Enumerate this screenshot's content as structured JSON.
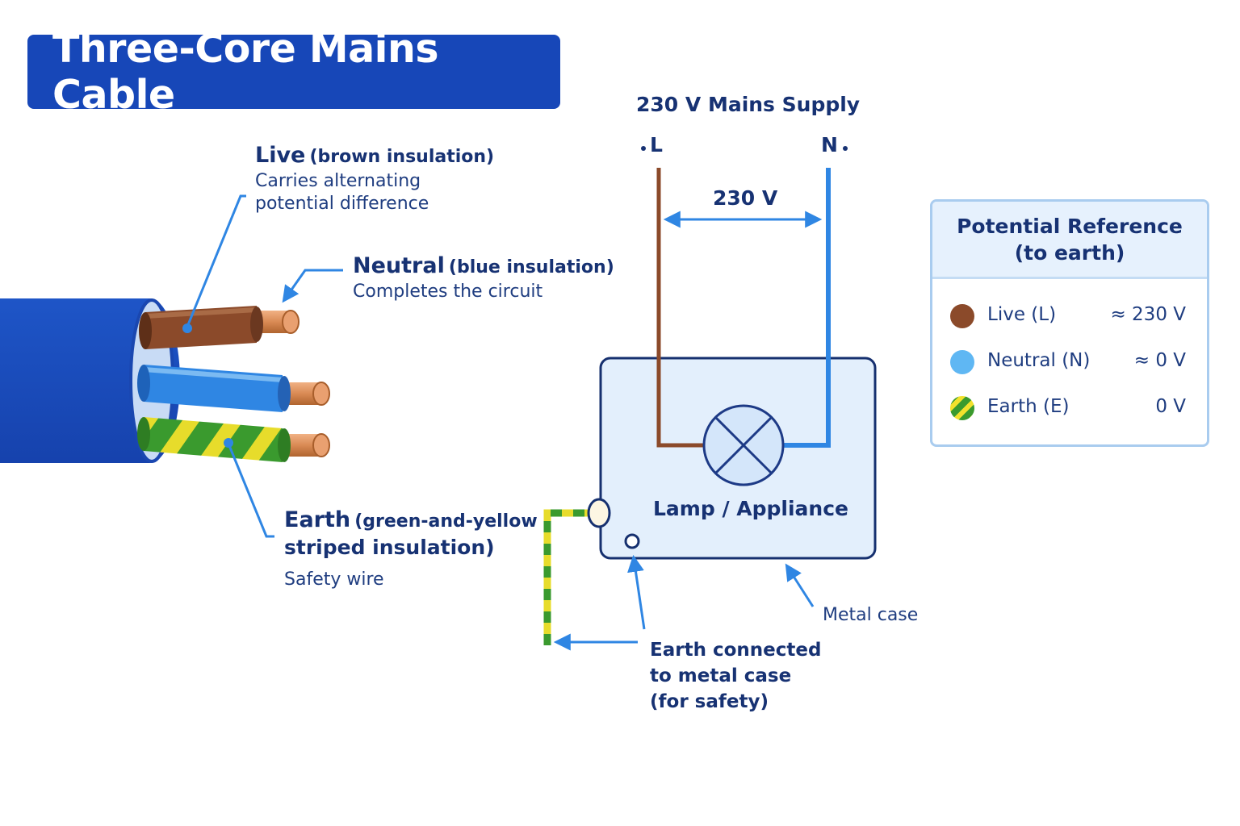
{
  "title": "Three-Core Mains Cable",
  "cable_labels": {
    "live": {
      "name": "Live",
      "insulation": "(brown insulation)",
      "desc_line1": "Carries alternating",
      "desc_line2": "potential difference"
    },
    "neutral": {
      "name": "Neutral",
      "insulation": "(blue insulation)",
      "desc": "Completes the circuit"
    },
    "earth": {
      "name": "Earth",
      "insulation_line1": "(green-and-yellow",
      "insulation_line2": "striped insulation)",
      "desc": "Safety wire"
    }
  },
  "circuit": {
    "supply_title": "230 V Mains Supply",
    "terminal_live": "L",
    "terminal_neutral": "N",
    "voltage_label": "230 V",
    "appliance_label": "Lamp / Appliance",
    "metal_case_label": "Metal case",
    "earth_connection_line1": "Earth connected",
    "earth_connection_line2": "to metal case",
    "earth_connection_line3": "(for safety)"
  },
  "reference_table": {
    "title_line1": "Potential Reference",
    "title_line2": "(to earth)",
    "rows": [
      {
        "label": "Live (L)",
        "value": "≈ 230 V",
        "color": "#8b4a2a"
      },
      {
        "label": "Neutral (N)",
        "value": "≈ 0 V",
        "color": "#5fb7f3"
      },
      {
        "label": "Earth (E)",
        "value": "0 V",
        "color": "#3a9a2e",
        "stripe": "#f2e12c"
      }
    ]
  },
  "colors": {
    "title_bg": "#1747b8",
    "cable_sheath": "#1747b8",
    "live_wire": "#8b4a2a",
    "neutral_wire": "#2f86e3",
    "earth_green": "#3a9a2e",
    "earth_yellow": "#f2e12c",
    "copper": "#d88a55",
    "leader": "#2f86e3",
    "case_fill": "#e3effc",
    "case_stroke": "#16306f"
  }
}
